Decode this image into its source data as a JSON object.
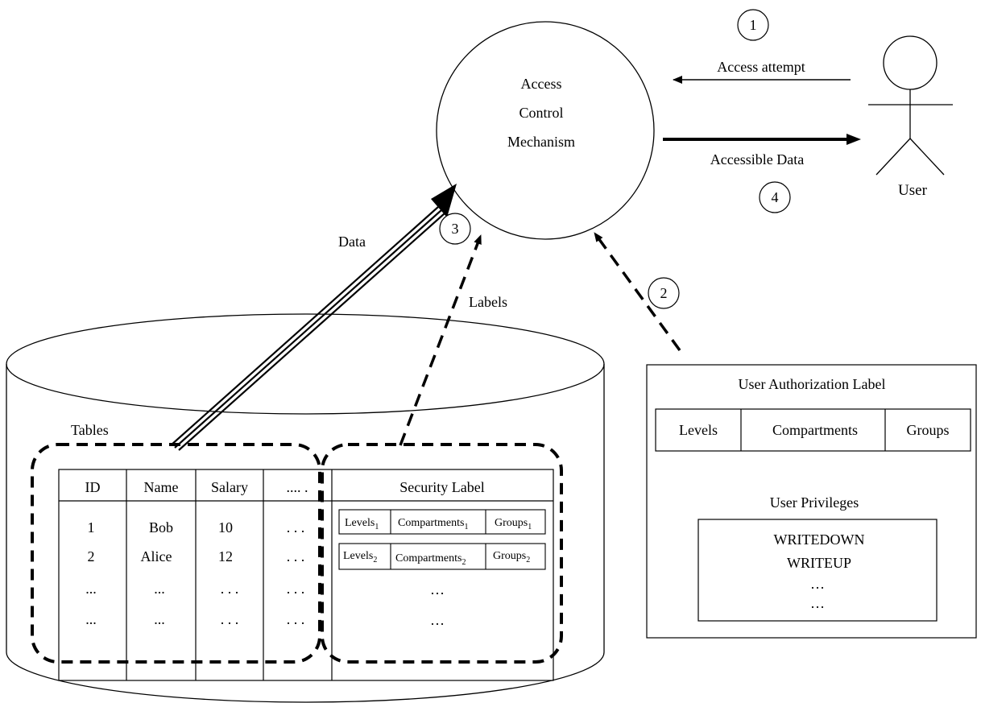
{
  "mechanism": {
    "line1": "Access",
    "line2": "Control",
    "line3": "Mechanism"
  },
  "user": {
    "label": "User"
  },
  "steps": {
    "one": "1",
    "two": "2",
    "three": "3",
    "four": "4"
  },
  "flows": {
    "access_attempt": "Access attempt",
    "accessible_data": "Accessible Data",
    "data": "Data",
    "labels": "Labels"
  },
  "database": {
    "tables_label": "Tables",
    "columns": [
      "ID",
      "Name",
      "Salary",
      ".... ."
    ],
    "rows": [
      [
        "1",
        "Bob",
        "10",
        ". . ."
      ],
      [
        "2",
        "Alice",
        "12",
        ". . ."
      ],
      [
        "...",
        "...",
        ". . .",
        ". . ."
      ],
      [
        "...",
        "...",
        ". . .",
        ". . ."
      ]
    ],
    "security_label_header": "Security Label",
    "security_rows": [
      {
        "levels": "Levels",
        "compartments": "Compartments",
        "groups": "Groups",
        "sub": "1"
      },
      {
        "levels": "Levels",
        "compartments": "Compartments",
        "groups": "Groups",
        "sub": "2"
      }
    ],
    "ellipsis": "…"
  },
  "authorization": {
    "title": "User Authorization Label",
    "levels": "Levels",
    "compartments": "Compartments",
    "groups": "Groups",
    "privileges_title": "User Privileges",
    "privileges": [
      "WRITEDOWN",
      "WRITEUP",
      "…",
      "…"
    ]
  }
}
